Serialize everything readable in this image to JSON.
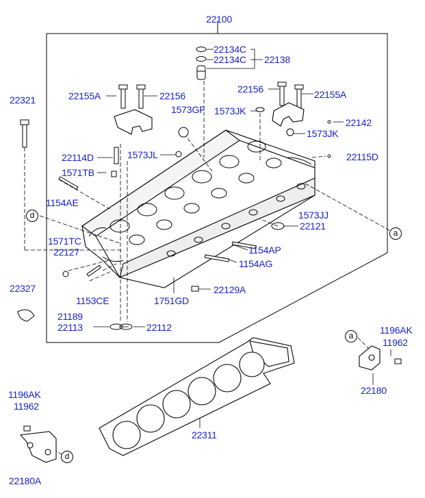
{
  "diagram": {
    "assembly_label": "22100",
    "parts": {
      "p22134C_a": "22134C",
      "p22134C_b": "22134C",
      "p22138": "22138",
      "p22155A_l": "22155A",
      "p22156_l": "22156",
      "p22156_r": "22156",
      "p22155A_r": "22155A",
      "p22321": "22321",
      "p1573GF": "1573GF",
      "p1573JK_a": "1573JK",
      "p1573JK_b": "1573JK",
      "p22142": "22142",
      "p22115D": "22115D",
      "p22114D": "22114D",
      "p1573JL": "1573JL",
      "p1571TB": "1571TB",
      "p1154AE": "1154AE",
      "p1573JJ": "1573JJ",
      "p22121": "22121",
      "p1571TC": "1571TC",
      "p22127": "22127",
      "p1154AP": "1154AP",
      "p1154AG": "1154AG",
      "p22327": "22327",
      "p1153CE": "1153CE",
      "p22129A": "22129A",
      "p1751GD": "1751GD",
      "p21189": "21189",
      "p22113": "22113",
      "p22112": "22112",
      "p1196AK_r": "1196AK",
      "p11962_r": "11962",
      "p22180": "22180",
      "p1196AK_l": "1196AK",
      "p11962_l": "11962",
      "p22311": "22311",
      "p22180A": "22180A"
    },
    "callouts": {
      "a_main": "a",
      "a_detail": "a",
      "d_main": "d",
      "d_detail": "d"
    }
  }
}
